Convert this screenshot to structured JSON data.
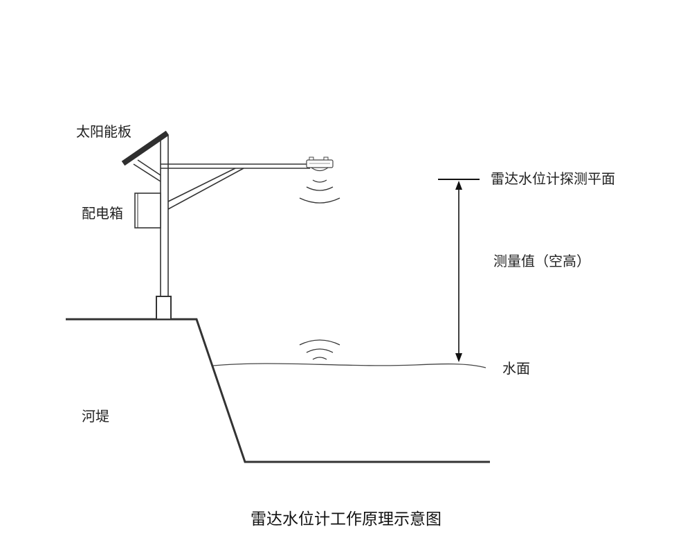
{
  "labels": {
    "solar_panel": "太阳能板",
    "distribution_box": "配电箱",
    "riverbank": "河堤",
    "radar_plane": "雷达水位计探测平面",
    "measured_value": "测量值（空高）",
    "water_surface": "水面"
  },
  "caption": "雷达水位计工作原理示意图",
  "colors": {
    "line": "#333333",
    "panel": "#2f2f2f",
    "text": "#222222"
  }
}
